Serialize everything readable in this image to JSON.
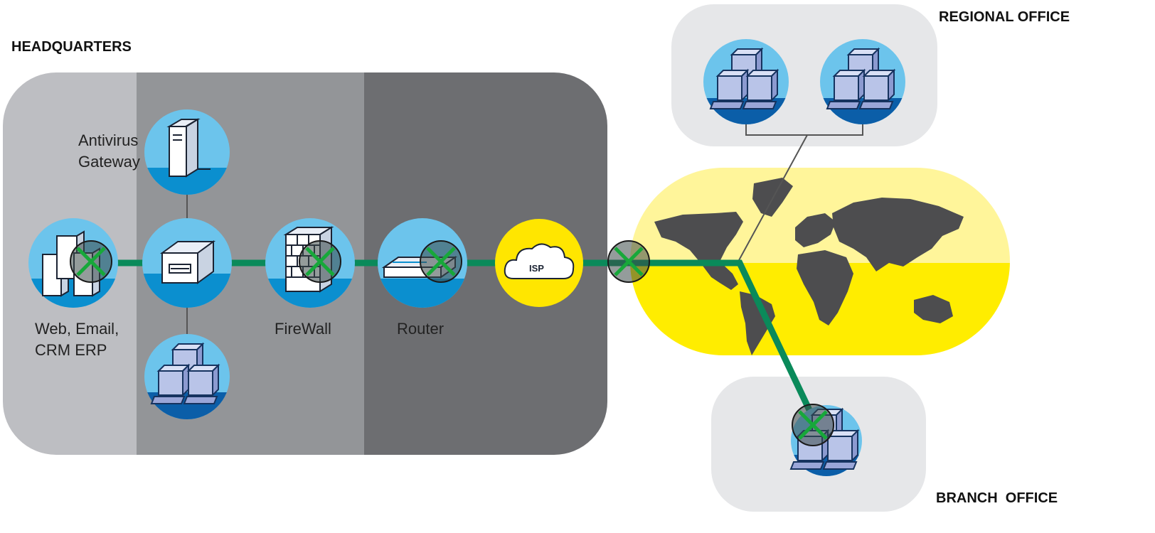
{
  "diagram": {
    "sections": {
      "headquarters": "HEADQUARTERS",
      "regional_office": "REGIONAL OFFICE",
      "branch_office": "BRANCH  OFFICE"
    },
    "nodes": {
      "antivirus_gateway": {
        "line1": "Antivirus",
        "line2": "Gateway"
      },
      "servers": {
        "line1": "Web, Email,",
        "line2": "CRM ERP"
      },
      "firewall": {
        "label": "FireWall"
      },
      "router": {
        "label": "Router"
      },
      "isp": {
        "label": "ISP"
      }
    },
    "colors": {
      "zone_light": "#bdbec2",
      "zone_mid": "#939598",
      "zone_dark": "#6d6e71",
      "office_bg": "#e6e7e9",
      "node_blue": "#6cc4ec",
      "node_dark_blue": "#0b5ea8",
      "isp_yellow": "#ffe600",
      "map_yellow_light": "#fff59a",
      "map_yellow": "#ffed00",
      "continent": "#4d4d4f",
      "connection_green": "#0a8a5a",
      "cross_mark_green": "#17a83a"
    },
    "icons": [
      "server-tower-icon",
      "network-switch-icon",
      "pc-cluster-icon",
      "firewall-brick-icon",
      "router-icon",
      "isp-cloud-icon",
      "world-map-icon",
      "x-mark-icon"
    ]
  }
}
